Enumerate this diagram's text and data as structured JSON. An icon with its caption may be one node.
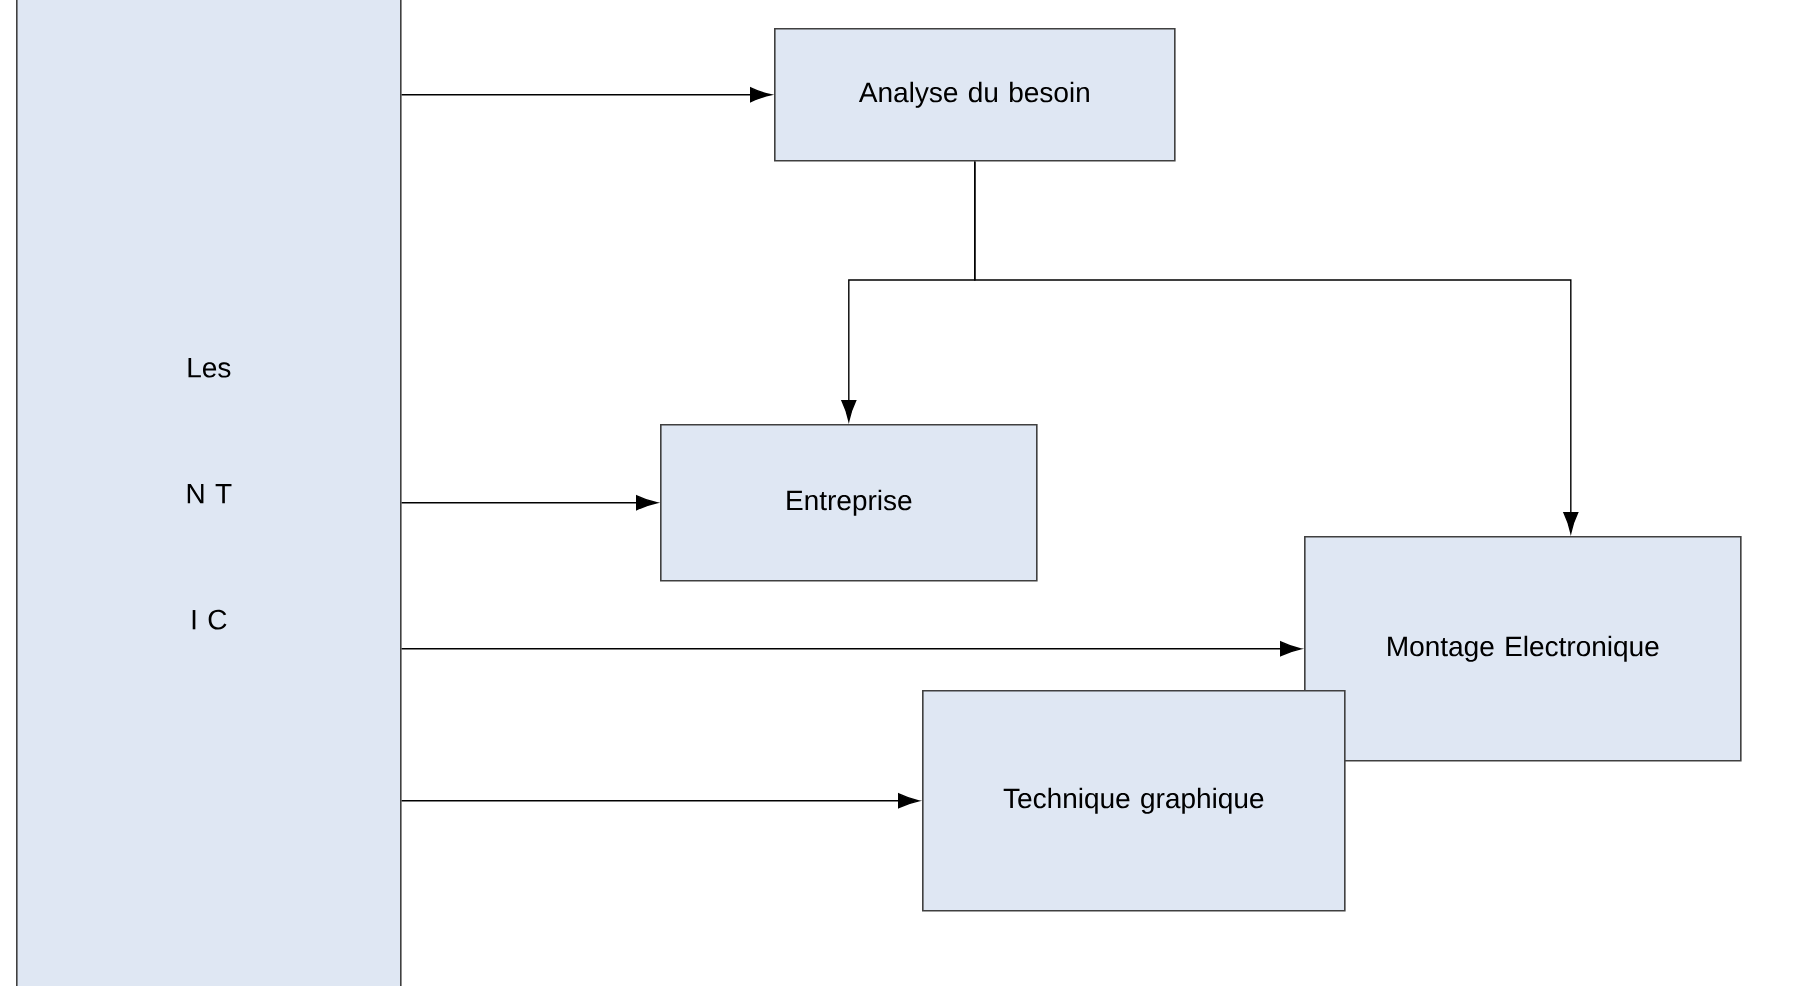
{
  "diagram": {
    "nodes": [
      {
        "text": [
          "Les N T I C"
        ]
      },
      {
        "text": [
          "Analyse du besoin"
        ]
      },
      {
        "text": [
          "Entreprise"
        ]
      },
      {
        "text": [
          "Montage Electronique"
        ]
      },
      {
        "text": [
          "Technique graphique"
        ]
      }
    ],
    "edges": [
      {
        "from": 0,
        "to": 1,
        "arrow": "to"
      },
      {
        "from": 1,
        "to": 2,
        "arrow": "to"
      },
      {
        "from": 1,
        "to": 3,
        "arrow": "to"
      },
      {
        "from": 0,
        "to": 2,
        "arrow": "to"
      },
      {
        "from": 0,
        "to": 3,
        "arrow": "to"
      },
      {
        "from": 0,
        "to": 4,
        "arrow": "to"
      }
    ]
  }
}
